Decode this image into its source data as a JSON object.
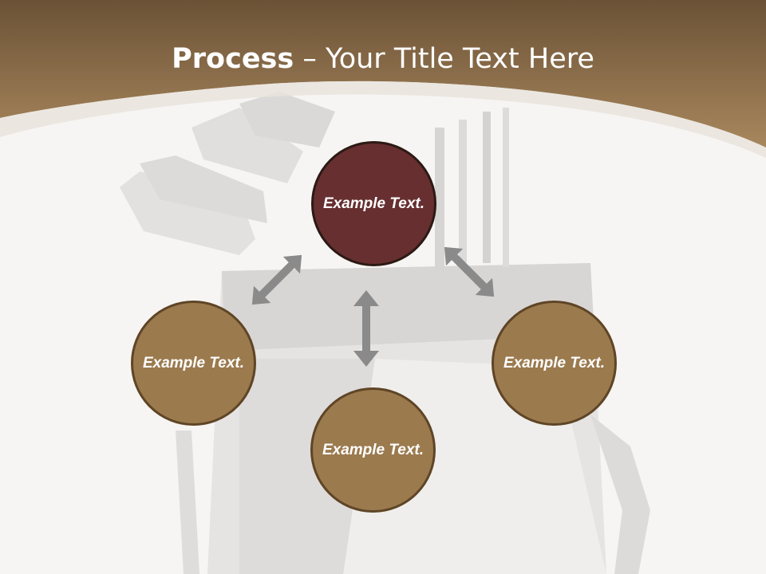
{
  "slide": {
    "title_bold": "Process",
    "title_dash": " – ",
    "title_rest": "Your Title Text Here"
  },
  "nodes": {
    "top": "Example Text.",
    "left": "Example Text.",
    "bottom": "Example Text.",
    "right": "Example Text."
  },
  "colors": {
    "header_top": "#6b5236",
    "header_bottom": "#a8875d",
    "center_node": "#672f30",
    "outer_node": "#9b7a4e",
    "arrow": "#8a8a8a"
  }
}
